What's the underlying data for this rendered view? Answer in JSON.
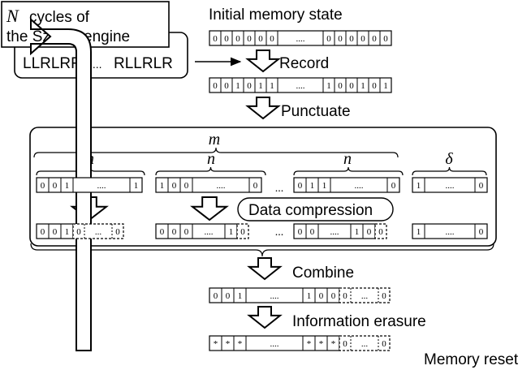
{
  "cycles_box": {
    "var": "N",
    "line1": "cycles of",
    "line2": "the Szilard engine"
  },
  "sequence": "LLRLRR",
  "sequence_dots": "....",
  "sequence_end": "RLLRLR",
  "labels": {
    "initial": "Initial memory state",
    "record": "Record",
    "punctuate": "Punctuate",
    "compression": "Data compression",
    "combine": "Combine",
    "erasure": "Information erasure",
    "reset": "Memory reset",
    "m": "m",
    "n": "n",
    "delta": "δ",
    "dots": "..."
  },
  "registers": {
    "initial": [
      [
        "0",
        "0",
        "0",
        "0",
        "0",
        "0",
        "....",
        "0",
        "0",
        "0",
        "0",
        "0",
        "0"
      ]
    ],
    "recorded": [
      [
        "0",
        "0",
        "1",
        "0",
        "1",
        "1",
        "....",
        "1",
        "0",
        "0",
        "1",
        "0",
        "1"
      ]
    ],
    "blockA": [
      [
        "0",
        "0",
        "1",
        "....",
        "1"
      ]
    ],
    "blockB": [
      [
        "1",
        "0",
        "0",
        "....",
        "0"
      ]
    ],
    "blockC": [
      [
        "0",
        "1",
        "1",
        "....",
        "0"
      ]
    ],
    "blockD": [
      [
        "1",
        "....",
        "0"
      ]
    ],
    "compA": [
      [
        "0",
        "0",
        "1"
      ],
      [
        "0",
        "...",
        "0"
      ]
    ],
    "compB": [
      [
        "0",
        "0",
        "0",
        "....",
        "1"
      ],
      [
        "0"
      ]
    ],
    "compC": [
      [
        "0",
        "0",
        "....",
        "1",
        "0"
      ],
      [
        "0"
      ]
    ],
    "compD": [
      [
        "1",
        "....",
        "0"
      ]
    ],
    "combined": [
      [
        "0",
        "0",
        "1",
        "....",
        "1",
        "0",
        "0"
      ],
      [
        "0",
        "...",
        "0"
      ]
    ],
    "erased": [
      [
        "*",
        "*",
        "*",
        "....",
        "*",
        "*",
        "*"
      ],
      [
        "0",
        "...",
        "0"
      ]
    ]
  }
}
